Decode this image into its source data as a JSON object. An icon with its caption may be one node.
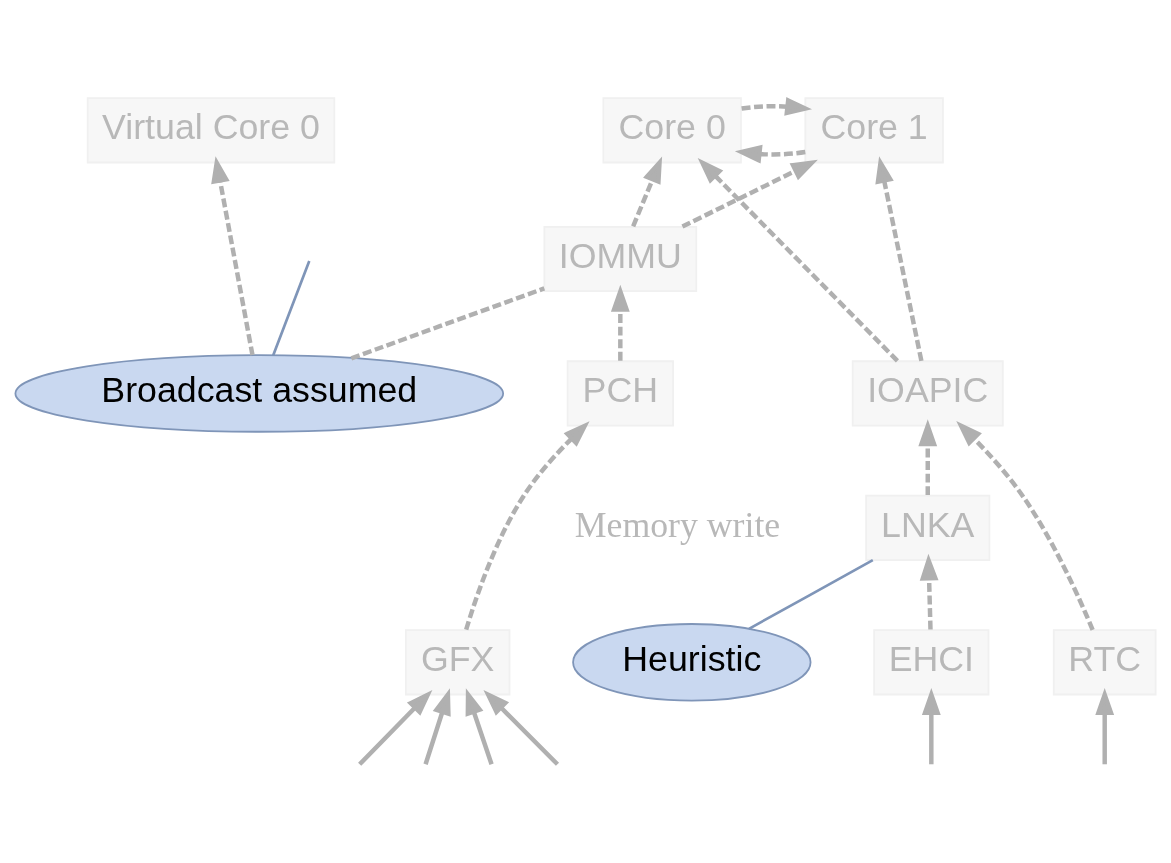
{
  "diagram": {
    "nodes": [
      {
        "text": [
          "Virtual Core 0"
        ]
      },
      {
        "text": [
          "Core 0"
        ]
      },
      {
        "text": [
          "Core 1"
        ]
      },
      {
        "text": [
          "Broadcast assumed"
        ]
      },
      {
        "text": [
          "IOMMU"
        ]
      },
      {
        "text": [
          "PCH"
        ]
      },
      {
        "text": [
          "IOAPIC"
        ]
      },
      {
        "text": [
          "LNKA"
        ]
      },
      {
        "text": [
          "Heuristic"
        ]
      },
      {
        "text": [
          "GFX"
        ]
      },
      {
        "text": [
          "RTC"
        ]
      },
      {
        "text": [
          "EHCI"
        ]
      }
    ],
    "edges": [
      {
        "from": 3,
        "to": 0,
        "arrow": "to",
        "style": "dashed"
      },
      {
        "from": 3,
        "to": 4,
        "arrow": "none",
        "style": "dashed"
      },
      {
        "from": 3,
        "to": null,
        "arrow": "none"
      },
      {
        "from": 4,
        "to": 1,
        "arrow": "to",
        "style": "dashed"
      },
      {
        "from": 4,
        "to": 2,
        "arrow": "to",
        "style": "dashed"
      },
      {
        "from": 6,
        "to": 1,
        "arrow": "to",
        "style": "dashed"
      },
      {
        "from": 6,
        "to": 2,
        "arrow": "to",
        "style": "dashed"
      },
      {
        "from": 1,
        "to": 2,
        "arrow": "to",
        "style": "dashed"
      },
      {
        "from": 2,
        "to": 1,
        "arrow": "to",
        "style": "dashed"
      },
      {
        "from": 5,
        "to": 4,
        "arrow": "to",
        "style": "dashed"
      },
      {
        "from": 7,
        "to": 6,
        "arrow": "to",
        "style": "dashed"
      },
      {
        "from": 10,
        "to": 6,
        "arrow": "to",
        "style": "dashed"
      },
      {
        "from": 8,
        "to": 7,
        "arrow": "none"
      },
      {
        "from": 9,
        "to": 5,
        "arrow": "to",
        "style": "dashed"
      },
      {
        "from": 11,
        "to": 7,
        "arrow": "to",
        "style": "dashed"
      },
      {
        "from": null,
        "to": 9,
        "arrow": "to"
      },
      {
        "from": null,
        "to": 9,
        "arrow": "to"
      },
      {
        "from": null,
        "to": 9,
        "arrow": "to"
      },
      {
        "from": null,
        "to": 9,
        "arrow": "to"
      },
      {
        "from": null,
        "to": 10,
        "arrow": "to"
      },
      {
        "from": null,
        "to": 11,
        "arrow": "to"
      }
    ],
    "labels": [
      "Memory write"
    ]
  }
}
